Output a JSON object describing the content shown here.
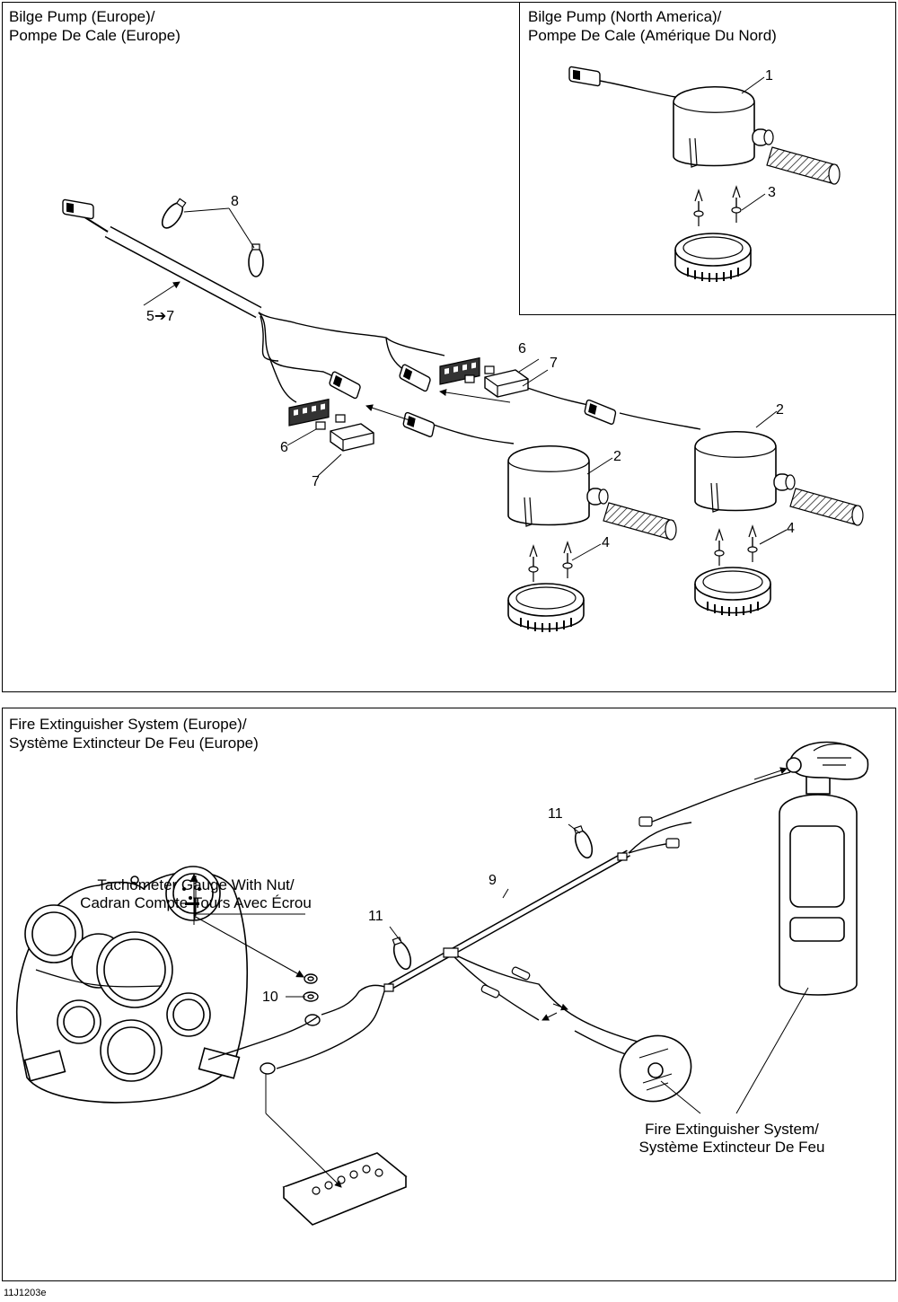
{
  "sections": {
    "bilge_europe": {
      "title_line1": "Bilge Pump (Europe)/",
      "title_line2": "Pompe De Cale (Europe)"
    },
    "bilge_north_america": {
      "title_line1": "Bilge Pump (North America)/",
      "title_line2": "Pompe De Cale (Amérique Du Nord)"
    },
    "fire_extinguisher": {
      "title_line1": "Fire Extinguisher System (Europe)/",
      "title_line2": "Système Extincteur De Feu (Europe)"
    }
  },
  "callouts": {
    "c1": "1",
    "c2a": "2",
    "c2b": "2",
    "c3": "3",
    "c4a": "4",
    "c4b": "4",
    "c57": "5➔7",
    "c6a": "6",
    "c6b": "6",
    "c7a": "7",
    "c7b": "7",
    "c8": "8",
    "c9": "9",
    "c10": "10",
    "c11a": "11",
    "c11b": "11"
  },
  "labels": {
    "tachometer_line1": "Tachometer Gauge With Nut/",
    "tachometer_line2": "Cadran Compte-Tours Avec Écrou",
    "extinguisher_line1": "Fire Extinguisher System/",
    "extinguisher_line2": "Système Extincteur De Feu"
  },
  "figure_code": "11J1203e"
}
